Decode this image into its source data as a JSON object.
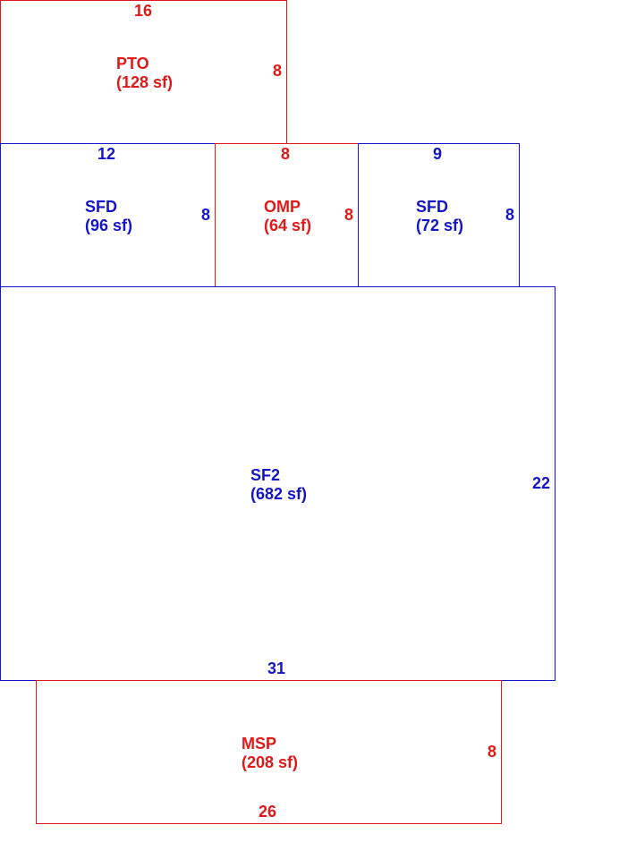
{
  "areas": {
    "pto": {
      "code": "PTO",
      "area": "(128 sf)",
      "width_dim": "16",
      "height_dim": "8"
    },
    "sfd_left": {
      "code": "SFD",
      "area": "(96 sf)",
      "width_dim": "12",
      "height_dim": "8"
    },
    "omp": {
      "code": "OMP",
      "area": "(64 sf)",
      "width_dim": "8",
      "height_dim": "8"
    },
    "sfd_right": {
      "code": "SFD",
      "area": "(72 sf)",
      "width_dim": "9",
      "height_dim": "8"
    },
    "sf2": {
      "code": "SF2",
      "area": "(682 sf)",
      "width_dim": "31",
      "height_dim": "22"
    },
    "msp": {
      "code": "MSP",
      "area": "(208 sf)",
      "width_dim": "26",
      "height_dim": "8"
    }
  },
  "colors": {
    "red": "#e01818",
    "blue": "#1414c8"
  }
}
